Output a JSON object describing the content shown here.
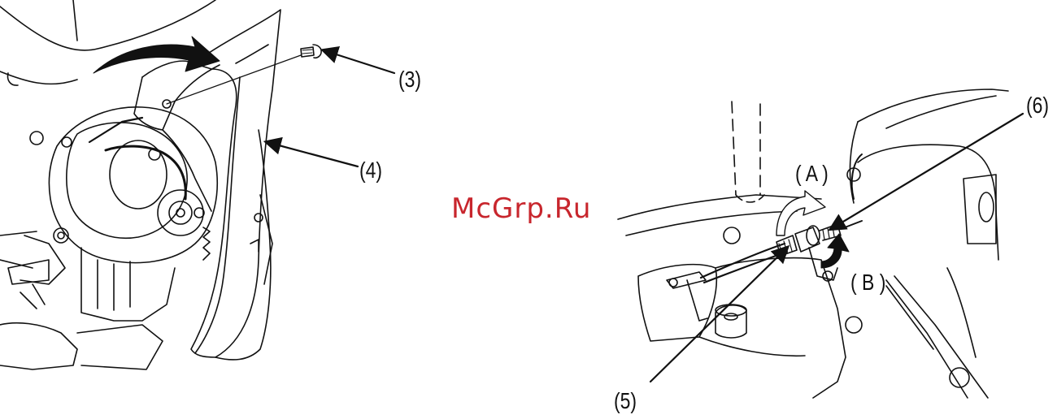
{
  "watermark": {
    "text": "McGrp.Ru",
    "color": "#c8262d"
  },
  "callouts": {
    "c3": "(3)",
    "c4": "(4)",
    "c5": "(5)",
    "c6": "(6)",
    "cA": "( A )",
    "cB": "( B )"
  },
  "colors": {
    "ink": "#111111",
    "background": "#ffffff"
  }
}
